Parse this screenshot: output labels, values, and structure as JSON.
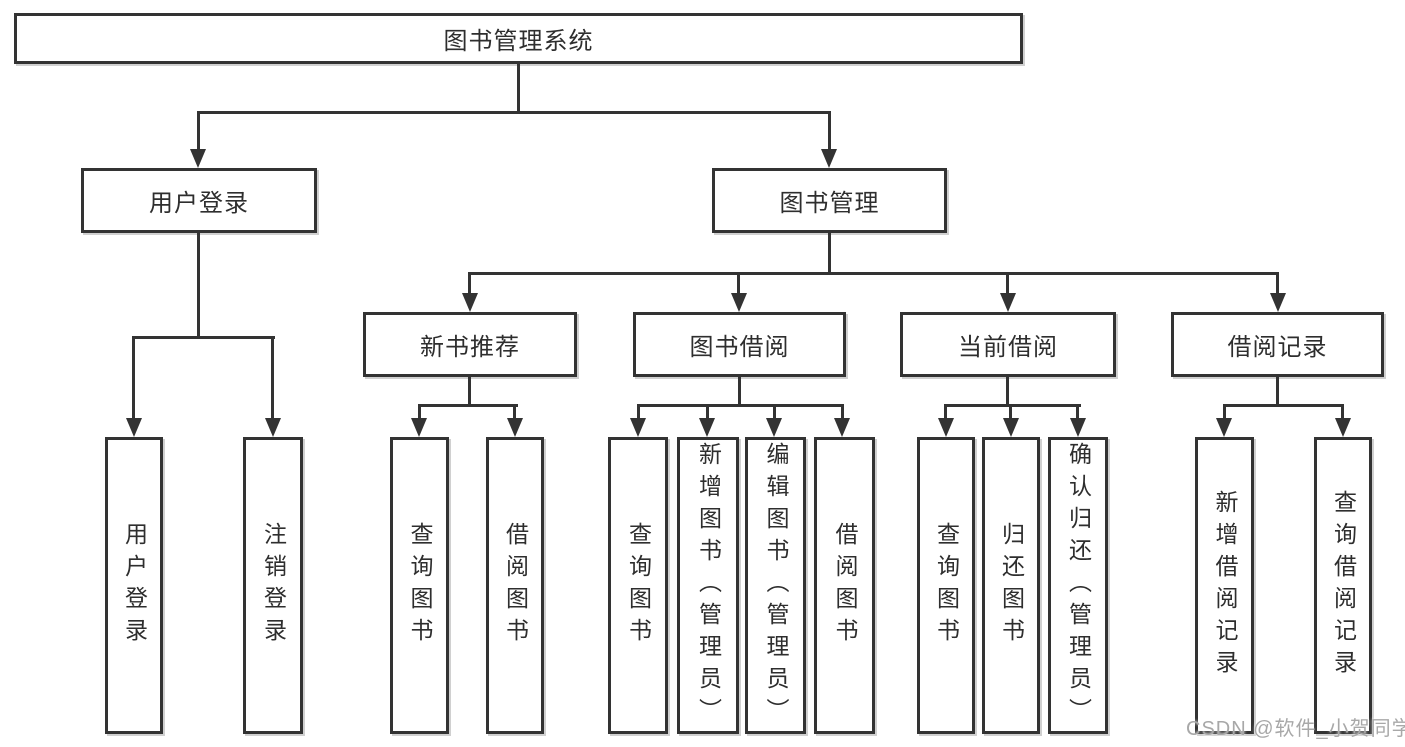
{
  "colors": {
    "line": "#333333",
    "text": "#2e2e2e",
    "background": "#ffffff",
    "watermark": "#a8a8a8"
  },
  "tree": {
    "root": "图书管理系统",
    "children": [
      {
        "label": "用户登录",
        "children": [
          "用户登录",
          "注销登录"
        ]
      },
      {
        "label": "图书管理",
        "children": [
          {
            "label": "新书推荐",
            "children": [
              "查询图书",
              "借阅图书"
            ]
          },
          {
            "label": "图书借阅",
            "children": [
              "查询图书",
              "新增图书（管理员）",
              "编辑图书（管理员）",
              "借阅图书"
            ]
          },
          {
            "label": "当前借阅",
            "children": [
              "查询图书",
              "归还图书",
              "确认归还（管理员）"
            ]
          },
          {
            "label": "借阅记录",
            "children": [
              "新增借阅记录",
              "查询借阅记录"
            ]
          }
        ]
      }
    ]
  },
  "watermark": {
    "text": "CSDN @软件_小贺同学"
  }
}
